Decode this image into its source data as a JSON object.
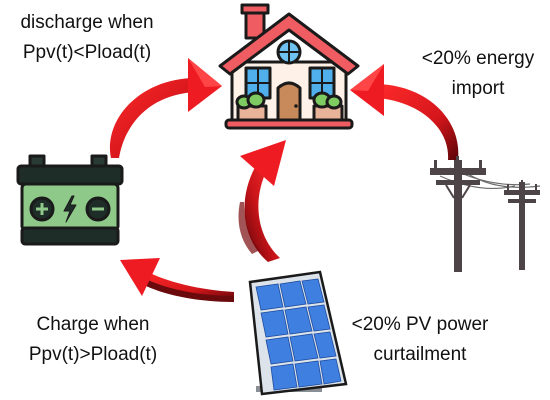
{
  "labels": {
    "discharge": {
      "line1": "discharge when",
      "line2": "Ppv(t)<Pload(t)"
    },
    "energy_import": {
      "line1": "<20% energy",
      "line2": "import"
    },
    "charge": {
      "line1": "Charge when",
      "line2": "Ppv(t)>Pload(t)"
    },
    "pv_curtailment": {
      "line1": "<20% PV power",
      "line2": "curtailment"
    }
  },
  "icons": {
    "house": "house-icon",
    "battery": "battery-icon",
    "grid": "power-pole-icon",
    "solar": "solar-panel-icon"
  },
  "colors": {
    "arrow_red": "#e8141a",
    "arrow_dark": "#5a0508",
    "battery_green": "#8ec98a",
    "battery_dark": "#1f2d28",
    "house_red": "#ef5d62",
    "house_wall": "#fdf1e8",
    "panel_blue": "#3f7fe0",
    "pole_brown": "#4c4446"
  }
}
